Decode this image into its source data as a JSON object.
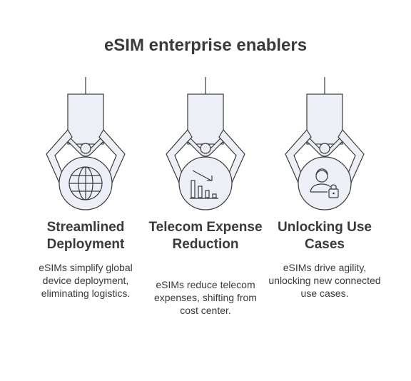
{
  "title": "eSIM enterprise enablers",
  "cards": [
    {
      "heading": "Streamlined Deployment",
      "description": "eSIMs simplify global device deployment, eliminating logistics.",
      "icon": "globe-icon"
    },
    {
      "heading": "Telecom Expense Reduction",
      "description": "eSIMs reduce telecom expenses, shifting from cost center.",
      "icon": "chart-decrease-icon"
    },
    {
      "heading": "Unlocking Use Cases",
      "description": "eSIMs drive agility, unlocking new connected use cases.",
      "icon": "user-lock-icon"
    }
  ]
}
